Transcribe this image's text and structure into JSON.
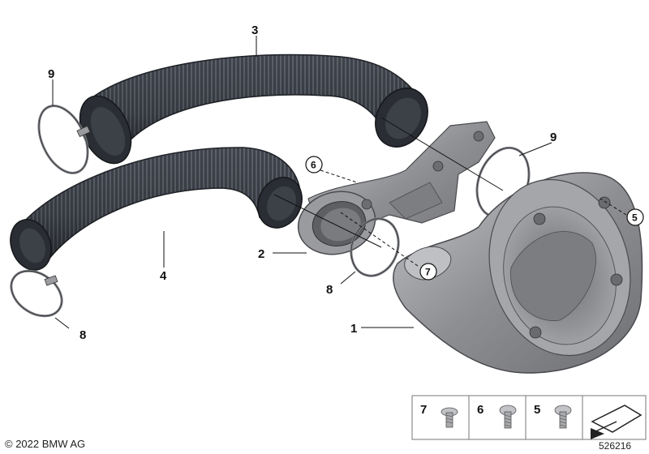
{
  "callouts": {
    "c1": "1",
    "c2": "2",
    "c3": "3",
    "c4": "4",
    "c5": "5",
    "c6": "6",
    "c7": "7",
    "c8a": "8",
    "c8b": "8",
    "c9a": "9",
    "c9b": "9"
  },
  "legend": {
    "item7": "7",
    "item6": "6",
    "item5": "5"
  },
  "footer": {
    "copyright": "© 2022 BMW AG",
    "diagram_number": "526216"
  },
  "colors": {
    "hose": "#3f434b",
    "hose_dark": "#24272d",
    "hose_rib": "#5c616b",
    "part_grey": "#8f9094",
    "part_light": "#b7b8bb",
    "clamp": "#7d7f83"
  }
}
